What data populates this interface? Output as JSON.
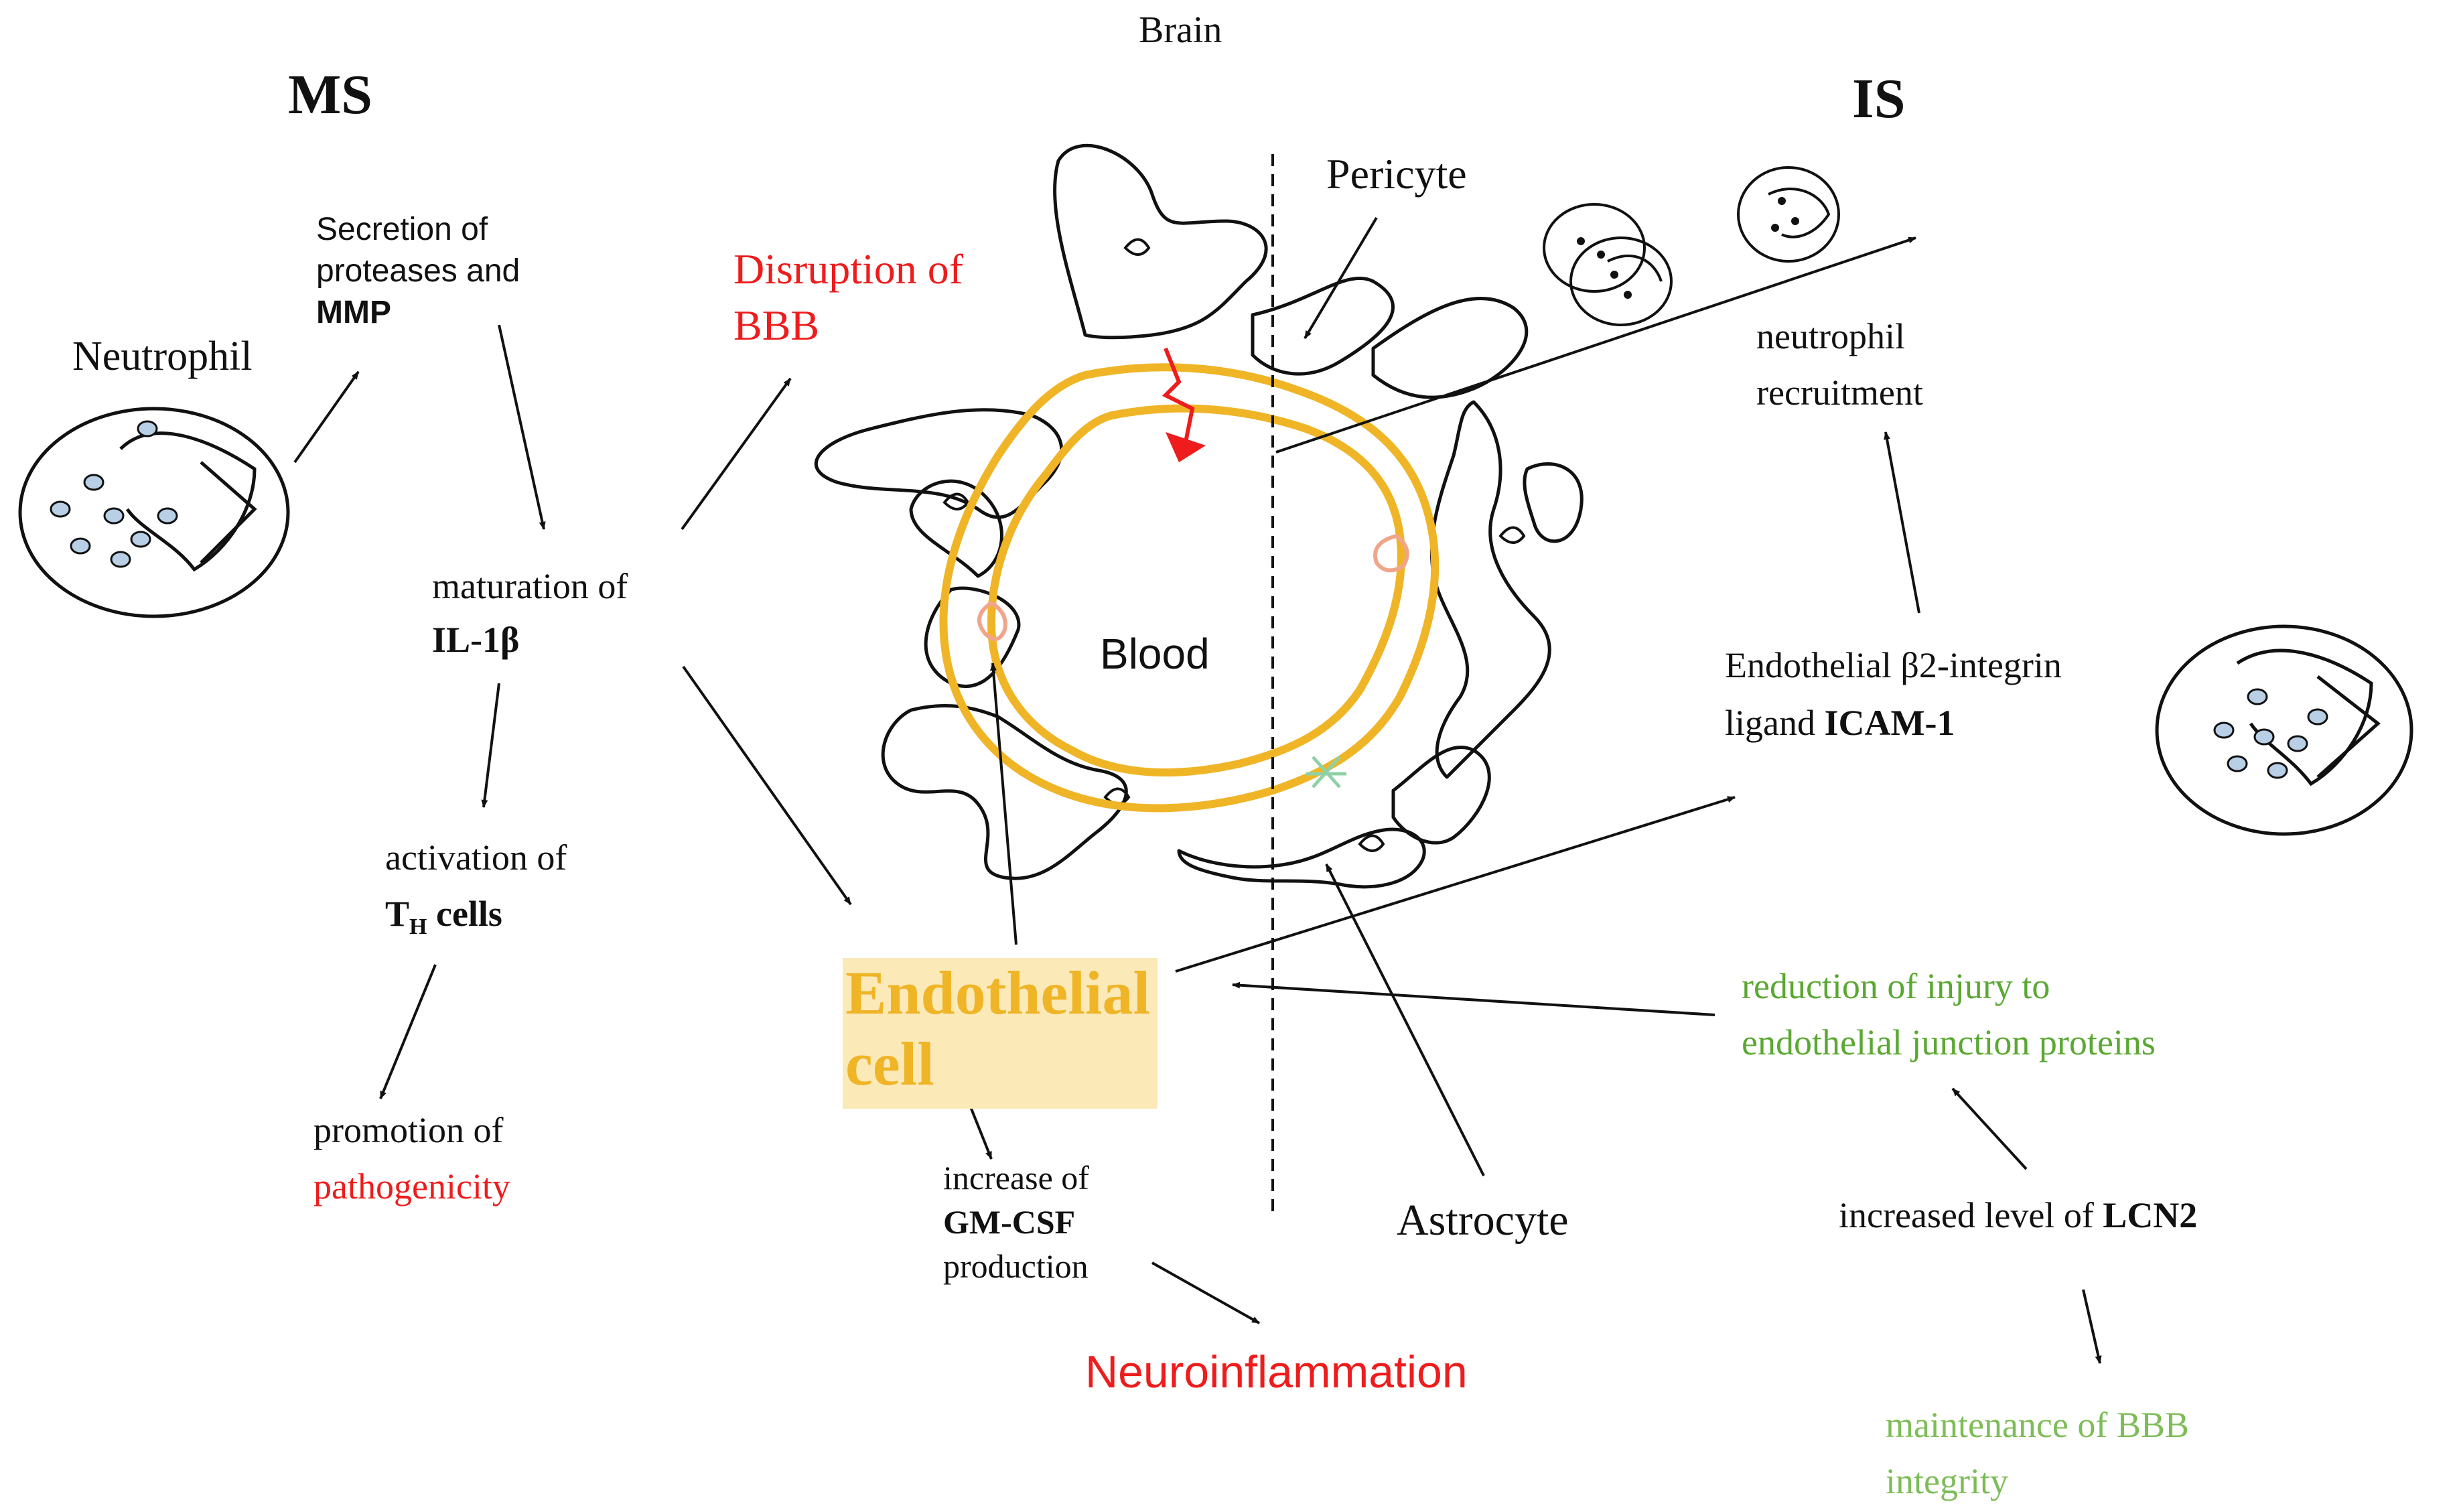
{
  "title_brain": "Brain",
  "ms": {
    "heading": "MS",
    "neutrophil_label": "Neutrophil",
    "secretion": {
      "line1": "Secretion of",
      "line2": "proteases and",
      "line3": "MMP"
    },
    "maturation": {
      "line1": "maturation of",
      "line2": "IL-1β"
    },
    "activation": {
      "line1": "activation of",
      "line2_main": "T",
      "line2_sub": "H",
      "line2_rest": " cells"
    },
    "promotion": {
      "line1": "promotion of",
      "line2": "pathogenicity"
    },
    "disruption": {
      "line1": "Disruption of",
      "line2": "BBB"
    }
  },
  "center": {
    "blood": "Blood",
    "pericyte": "Pericyte",
    "astrocyte": "Astrocyte",
    "endothelial": {
      "line1": "Endothelial",
      "line2": "cell"
    },
    "gmcsf": {
      "line1": "increase of",
      "line2": "GM-CSF",
      "line3": "production"
    },
    "neuroinflammation": "Neuroinflammation"
  },
  "is": {
    "heading": "IS",
    "recruitment": {
      "line1": "neutrophil",
      "line2": "recruitment"
    },
    "icam": {
      "line1": "Endothelial β2-integrin",
      "line2_pre": "ligand ",
      "line2_bold": "ICAM-1"
    },
    "reduction": {
      "line1": "reduction of injury to",
      "line2": "endothelial junction proteins"
    },
    "lcn2": {
      "pre": "increased level of ",
      "bold": "LCN2"
    },
    "maintenance": {
      "line1": "maintenance of BBB",
      "line2": "integrity"
    }
  },
  "colors": {
    "vessel": "#efb527",
    "red": "#ee1c1c",
    "green": "#5aa832",
    "light_green": "#7dbd57",
    "granule": "#b8cfe6",
    "pericyte_junction": "#f0a58a",
    "tight_junction": "#8fd1a6",
    "endothelial_highlight": "#fbe9b8"
  },
  "icons": [
    "neutrophil-icon",
    "lightning-bolt-icon"
  ]
}
